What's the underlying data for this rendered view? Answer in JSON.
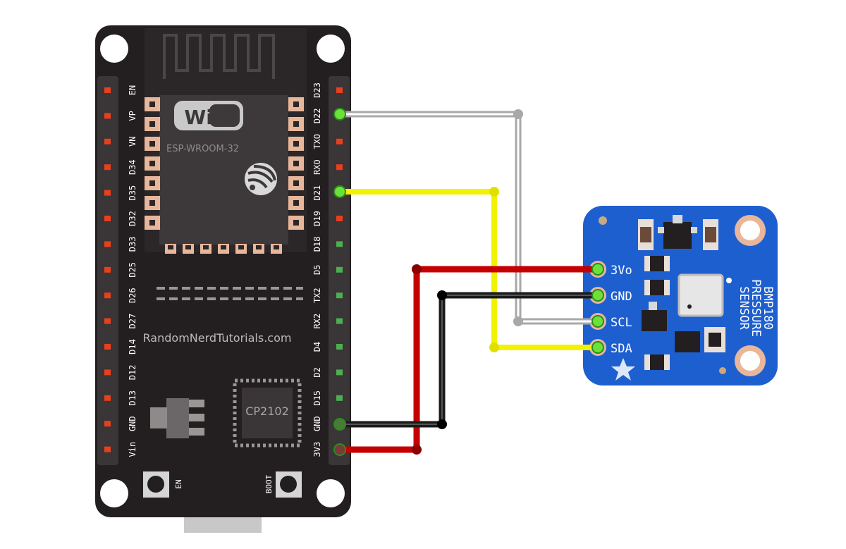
{
  "board": {
    "module_label": "ESP-WROOM-32",
    "wifi_logo": "WiFi",
    "website": "RandomNerdTutorials.com",
    "chip_label": "CP2102",
    "en_button_label": "EN",
    "boot_button_label": "BOOT",
    "left_pins": [
      "EN",
      "VP",
      "VN",
      "D34",
      "D35",
      "D32",
      "D33",
      "D25",
      "D26",
      "D27",
      "D14",
      "D12",
      "D13",
      "GND",
      "Vin"
    ],
    "right_pins": [
      "D23",
      "D22",
      "TXO",
      "RXO",
      "D21",
      "D19",
      "D18",
      "D5",
      "TX2",
      "RX2",
      "D4",
      "D2",
      "D15",
      "GND",
      "3V3"
    ]
  },
  "sensor": {
    "title_lines": [
      "BMP180",
      "PRESSURE",
      "SENSOR"
    ],
    "pins": [
      "3Vo",
      "GND",
      "SCL",
      "SDA"
    ]
  },
  "wires": [
    {
      "from": "3V3",
      "to": "3Vo",
      "color": "#c40000"
    },
    {
      "from": "GND",
      "to": "GND",
      "color": "#1a1a1a"
    },
    {
      "from": "D22",
      "to": "SCL",
      "color": "#a8a8a8"
    },
    {
      "from": "D21",
      "to": "SDA",
      "color": "#f2f200"
    }
  ],
  "colors": {
    "board": "#231f20",
    "sensor": "#1e5fd0",
    "pad": "#e8b79b"
  }
}
